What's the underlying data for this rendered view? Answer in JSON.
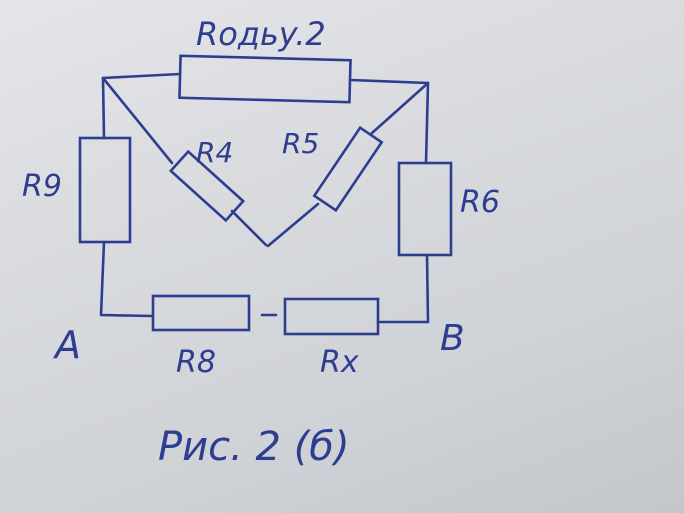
{
  "diagram": {
    "ink_color": "#2d3d8f",
    "paper_color": "#dcdee2",
    "labels": {
      "top": "Rодьy.2",
      "r4": "R4",
      "r5": "R5",
      "r6": "R6",
      "r9": "R9",
      "r8": "R8",
      "rx": "Rx",
      "node_a": "A",
      "node_b": "B"
    },
    "caption": "Рис. 2 (б)"
  }
}
